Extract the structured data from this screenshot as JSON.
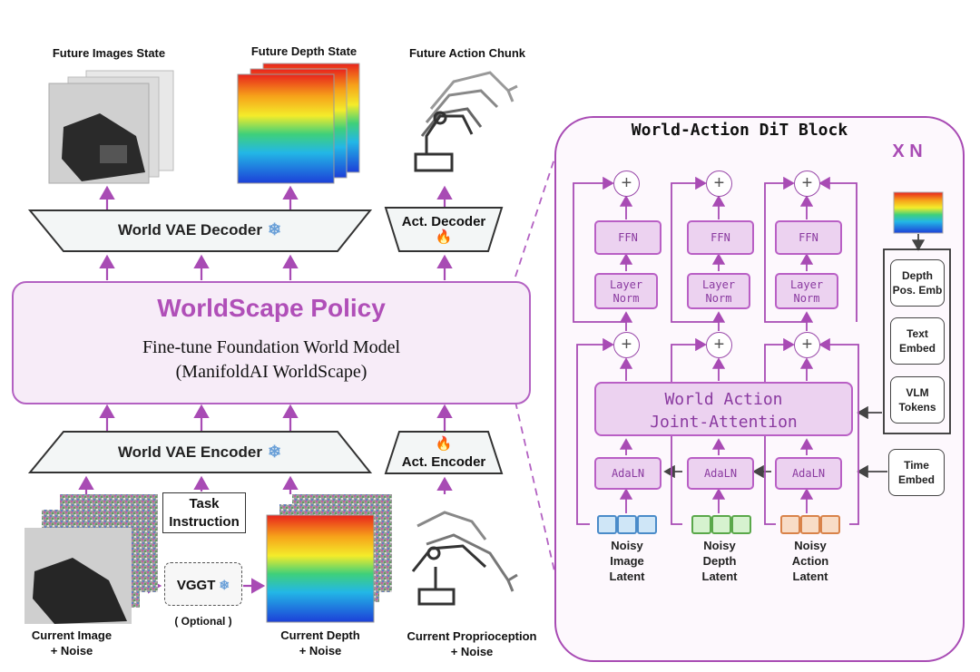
{
  "outputs": {
    "future_images": "Future Images State",
    "future_depth": "Future Depth State",
    "future_action": "Future Action Chunk"
  },
  "decoder": {
    "world_vae": "World VAE Decoder",
    "act": "Act. Decoder"
  },
  "policy": {
    "title": "WorldScape Policy",
    "line1": "Fine-tune Foundation World Model",
    "line2": "(ManifoldAI WorldScape)"
  },
  "encoder": {
    "world_vae": "World VAE Encoder",
    "act": "Act. Encoder"
  },
  "inputs": {
    "task": "Task Instruction",
    "vggt": "VGGT",
    "optional": "( Optional )",
    "current_image_1": "Current Image",
    "current_image_2": "+ Noise",
    "current_depth_1": "Current Depth",
    "current_depth_2": "+ Noise",
    "current_proprio_1": "Current Proprioception",
    "current_proprio_2": "+ Noise"
  },
  "dit": {
    "title": "World-Action DiT Block",
    "repeat": "X N",
    "ffn": "FFN",
    "layer_norm_1": "Layer",
    "layer_norm_2": "Norm",
    "joint_1": "World Action",
    "joint_2": "Joint-Attention",
    "adaln": "AdaLN",
    "depth_pos_1": "Depth",
    "depth_pos_2": "Pos. Emb",
    "text_1": "Text",
    "text_2": "Embed",
    "vlm_1": "VLM",
    "vlm_2": "Tokens",
    "time_1": "Time",
    "time_2": "Embed",
    "plus": "+",
    "latents": [
      {
        "l1": "Noisy",
        "l2": "Image",
        "l3": "Latent",
        "color": "#cfe6f7",
        "border": "#4a8bc9"
      },
      {
        "l1": "Noisy",
        "l2": "Depth",
        "l3": "Latent",
        "color": "#d6f2cf",
        "border": "#5aa84a"
      },
      {
        "l1": "Noisy",
        "l2": "Action",
        "l3": "Latent",
        "color": "#f8dcc6",
        "border": "#d9834a"
      }
    ]
  },
  "colors": {
    "accent": "#b04fb8",
    "arrow": "#a84bb4"
  },
  "icons": [
    "snowflake-icon",
    "fire-icon",
    "robot-arm-icon",
    "manifold-logo-icon"
  ]
}
